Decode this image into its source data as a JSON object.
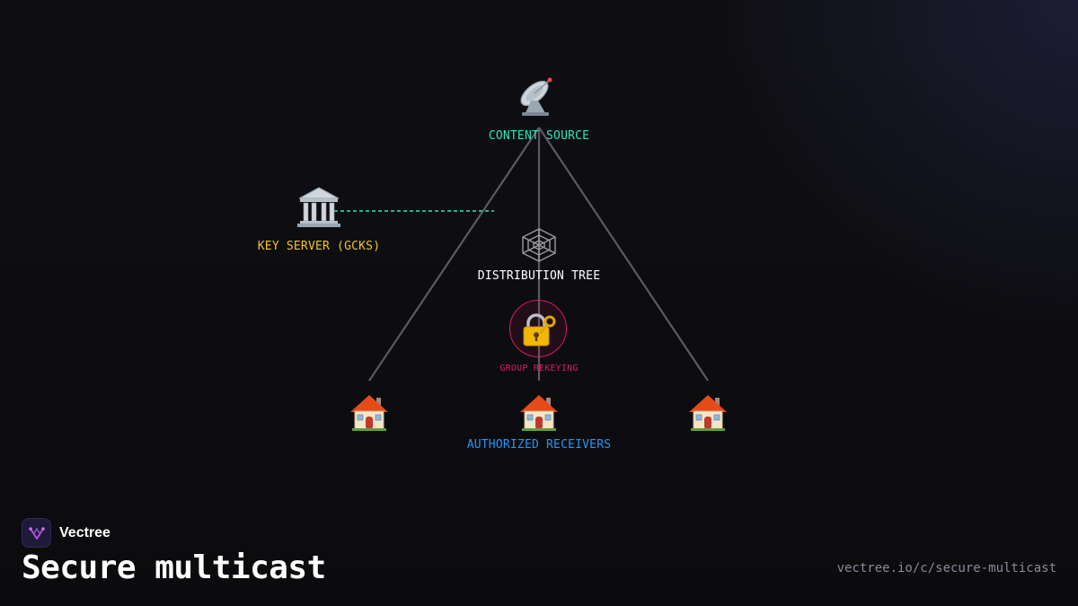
{
  "diagram": {
    "nodes": {
      "content_source": {
        "label": "CONTENT SOURCE",
        "icon": "satellite-dish-icon",
        "color": "#2ee6b6"
      },
      "key_server": {
        "label": "KEY SERVER (GCKS)",
        "icon": "classical-building-icon",
        "color": "#f2c230"
      },
      "distribution_tree": {
        "label": "DISTRIBUTION TREE",
        "icon": "spider-web-icon",
        "color": "#ffffff"
      },
      "group_rekeying": {
        "label": "GROUP REKEYING",
        "icon": "locked-with-key-icon",
        "color": "#d81b60"
      },
      "receivers": {
        "label": "AUTHORIZED RECEIVERS",
        "icon": "house-icon",
        "count": 3,
        "color": "#2196f3"
      }
    },
    "edges": [
      {
        "from": "content_source",
        "to": "receiver_left",
        "style": "solid"
      },
      {
        "from": "content_source",
        "to": "receiver_center",
        "style": "solid"
      },
      {
        "from": "content_source",
        "to": "receiver_right",
        "style": "solid"
      },
      {
        "from": "key_server",
        "to": "distribution_tree",
        "style": "dashed",
        "color": "#2ee6b6"
      }
    ]
  },
  "footer": {
    "brand_name": "Vectree",
    "brand_icon": "vectree-logo-icon",
    "title": "Secure multicast",
    "url": "vectree.io/c/secure-multicast"
  }
}
